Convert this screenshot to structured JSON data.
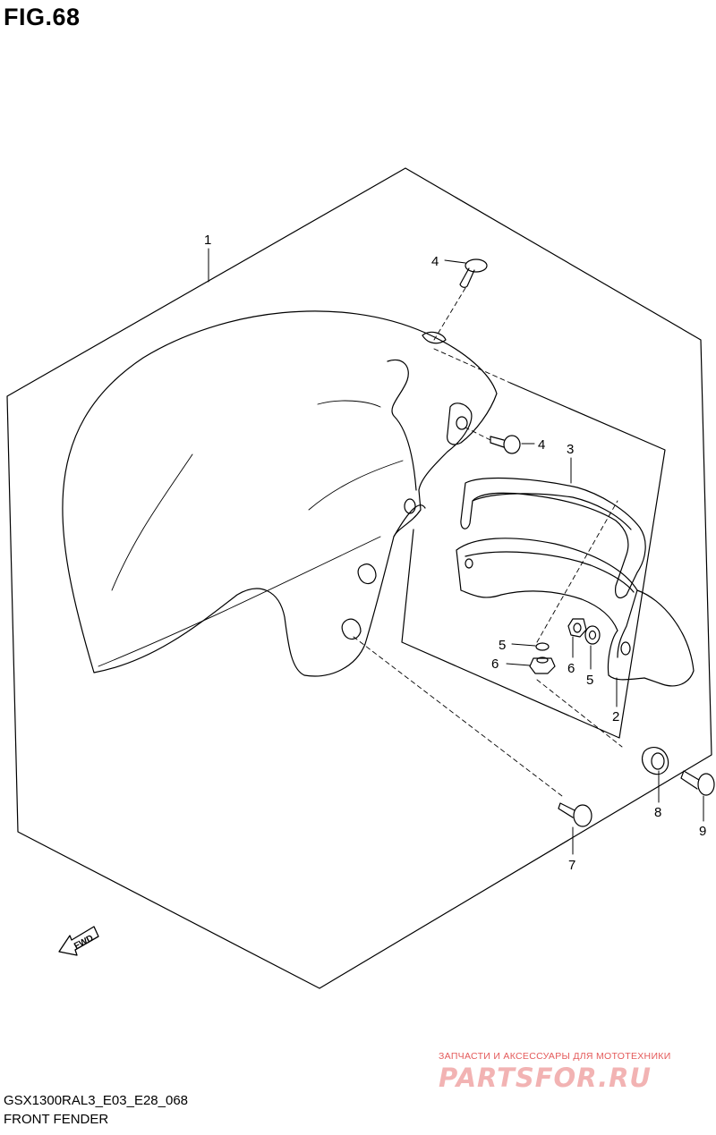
{
  "figure": {
    "title": "FIG.68",
    "model_code": "GSX1300RAL3_E03_E28_068",
    "section_name": "FRONT FENDER"
  },
  "callouts": {
    "c1": "1",
    "c2": "2",
    "c3": "3",
    "c4a": "4",
    "c4b": "4",
    "c5a": "5",
    "c5b": "5",
    "c6a": "6",
    "c6b": "6",
    "c7": "7",
    "c8": "8",
    "c9": "9"
  },
  "direction_marker": {
    "label": "FWD"
  },
  "watermark": {
    "tagline": "ЗАПЧАСТИ И АКСЕССУАРЫ ДЛЯ МОТОТЕХНИКИ",
    "logo": "PARTSFOR.RU",
    "color": "#e45a5a"
  }
}
